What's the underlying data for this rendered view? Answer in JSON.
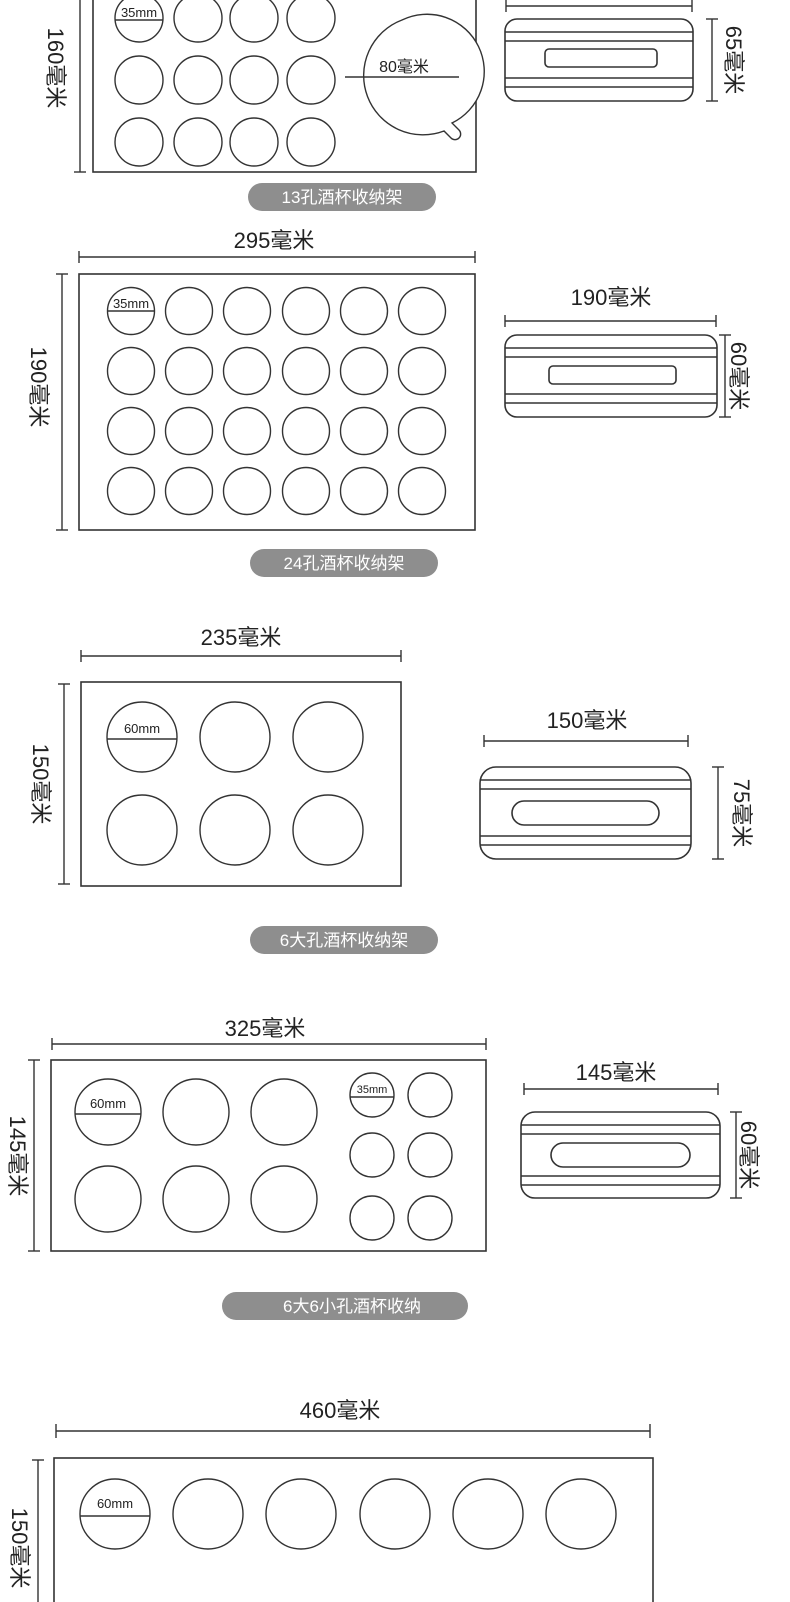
{
  "sections": [
    {
      "label": "13孔酒杯收纳架",
      "top_side": "160毫米",
      "small_circle": "35mm",
      "big_circle": "80毫米",
      "side_height": "65毫米"
    },
    {
      "label": "24孔酒杯收纳架",
      "top_width": "295毫米",
      "top_side": "190毫米",
      "small_circle": "35mm",
      "side_width": "190毫米",
      "side_height": "60毫米"
    },
    {
      "label": "6大孔酒杯收纳架",
      "top_width": "235毫米",
      "top_side": "150毫米",
      "big_circle": "60mm",
      "side_width": "150毫米",
      "side_height": "75毫米"
    },
    {
      "label": "6大6小孔酒杯收纳",
      "top_width": "325毫米",
      "top_side": "145毫米",
      "big_circle": "60mm",
      "small_circle": "35mm",
      "side_width": "145毫米",
      "side_height": "60毫米"
    },
    {
      "top_width": "460毫米",
      "top_side": "150毫米",
      "big_circle": "60mm"
    }
  ]
}
